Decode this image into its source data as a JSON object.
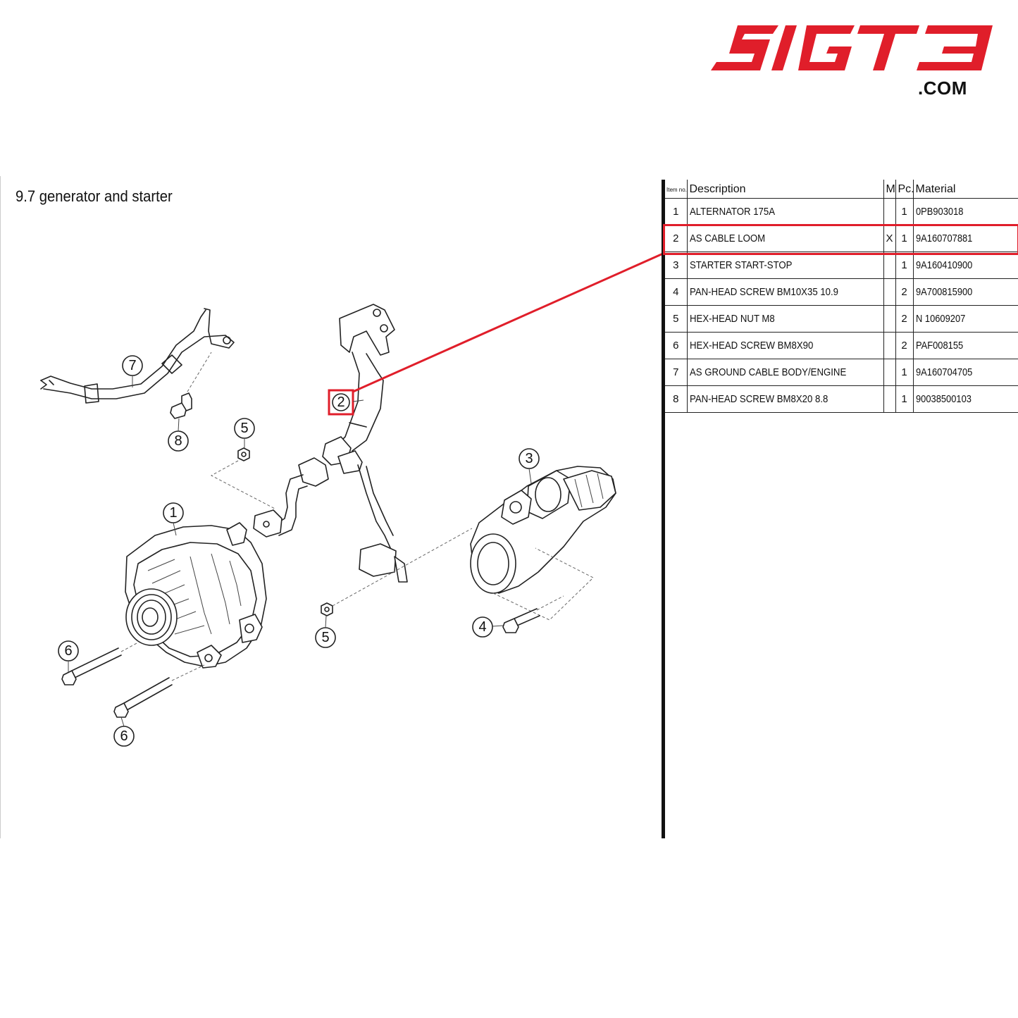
{
  "brand": {
    "name": "SIGT3",
    "dotcom": ".COM",
    "color": "#e01e2a"
  },
  "section_title": "9.7  generator and starter",
  "table": {
    "headers": {
      "item": "Item no.",
      "description": "Description",
      "m": "M",
      "pc": "Pc.",
      "material": "Material"
    },
    "rows": [
      {
        "item": "1",
        "description": "ALTERNATOR 175A",
        "m": "",
        "pc": "1",
        "material": "0PB903018"
      },
      {
        "item": "2",
        "description": "AS CABLE LOOM",
        "m": "X",
        "pc": "1",
        "material": "9A160707881"
      },
      {
        "item": "3",
        "description": "STARTER START-STOP",
        "m": "",
        "pc": "1",
        "material": "9A160410900"
      },
      {
        "item": "4",
        "description": "PAN-HEAD SCREW BM10X35 10.9",
        "m": "",
        "pc": "2",
        "material": "9A700815900"
      },
      {
        "item": "5",
        "description": "HEX-HEAD NUT M8",
        "m": "",
        "pc": "2",
        "material": "N 10609207"
      },
      {
        "item": "6",
        "description": "HEX-HEAD SCREW BM8X90",
        "m": "",
        "pc": "2",
        "material": "PAF008155"
      },
      {
        "item": "7",
        "description": "AS GROUND CABLE BODY/ENGINE",
        "m": "",
        "pc": "1",
        "material": "9A160704705"
      },
      {
        "item": "8",
        "description": "PAN-HEAD SCREW BM8X20 8.8",
        "m": "",
        "pc": "1",
        "material": "90038500103"
      }
    ],
    "highlighted_item": "2"
  },
  "callouts": {
    "c1": "1",
    "c2": "2",
    "c3": "3",
    "c4": "4",
    "c5a": "5",
    "c5b": "5",
    "c6a": "6",
    "c6b": "6",
    "c7": "7",
    "c8": "8"
  },
  "colors": {
    "highlight": "#e01e2a",
    "line": "#222222"
  }
}
